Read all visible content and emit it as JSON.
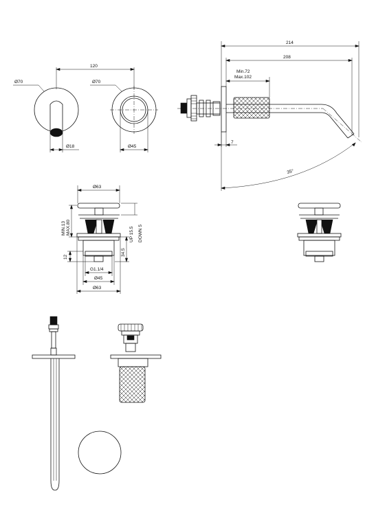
{
  "dimensions": {
    "front": {
      "spacing": "120",
      "spout_plate_dia": "Ø70",
      "spout_dia": "Ø18",
      "handle_plate_dia": "Ø70",
      "handle_dia": "Ø45"
    },
    "side": {
      "total_length": "214",
      "projection": "208",
      "min_depth": "Min.72",
      "max_depth": "Max.102",
      "plate_thickness": "7",
      "swivel_angle": "35°"
    },
    "waste": {
      "cap_dia": "Ø63",
      "min_thickness": "MIN.13",
      "max_thickness": "MAX.80",
      "up_stroke": "UP 15.5",
      "down_stroke": "DOWN 5",
      "height": "34.5",
      "thread_length": "12",
      "thread": "G1.1/4",
      "body_dia": "Ø45",
      "flange_dia": "Ø63"
    }
  }
}
